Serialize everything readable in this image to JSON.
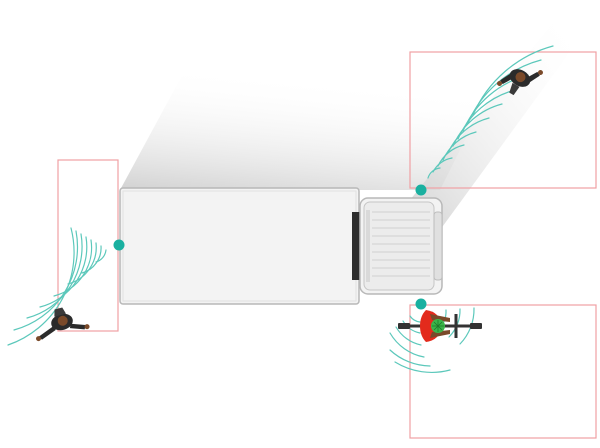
{
  "diagram": {
    "subject": "truck-blind-spot-sensors",
    "colors": {
      "background": "#ffffff",
      "zone_outline": "#f0a0a4",
      "sensor": "#1ab0a0",
      "wave": "#5cc8bb",
      "truck_body": "#f3f3f3",
      "truck_outline": "#b8b8b8",
      "shadow": "#d6d6d6",
      "cyclist_helmet": "#3bb54a",
      "cyclist_jacket": "#e32a1c",
      "pedestrian_clothes": "#2b2b2b",
      "skin": "#7a4a2a"
    },
    "detection_zones": [
      {
        "id": "left-zone",
        "side": "rear-left"
      },
      {
        "id": "top-right-zone",
        "side": "front-right-upper"
      },
      {
        "id": "bottom-right-zone",
        "side": "front-right-lower"
      }
    ],
    "sensors": [
      {
        "id": "left-sensor",
        "icon": "sensor-dot-icon"
      },
      {
        "id": "top-cab-sensor",
        "icon": "sensor-dot-icon"
      },
      {
        "id": "bottom-cab-sensor",
        "icon": "sensor-dot-icon"
      }
    ],
    "road_users": [
      {
        "id": "pedestrian-left",
        "icon": "pedestrian-icon"
      },
      {
        "id": "pedestrian-top-right",
        "icon": "pedestrian-icon"
      },
      {
        "id": "cyclist",
        "icon": "cyclist-icon"
      }
    ]
  }
}
